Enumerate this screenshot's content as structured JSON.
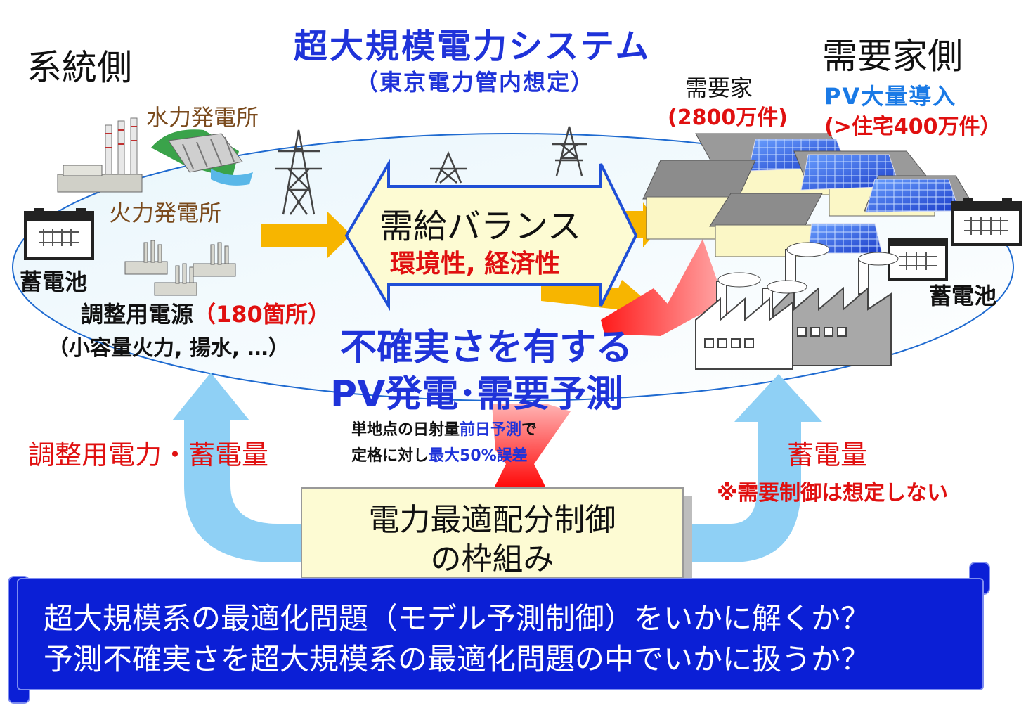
{
  "title": {
    "main": "超大規模電力システム",
    "sub": "（東京電力管内想定）"
  },
  "grid_side": {
    "heading": "系統側",
    "hydro_label": "水力発電所",
    "thermal_label": "火力発電所",
    "battery_label": "蓄電池",
    "regulating_label": "調整用電源",
    "regulating_count": "（180箇所）",
    "regulating_note": "（小容量火力, 揚水, …）",
    "flow_label": "調整用電力・蓄電量"
  },
  "demand_side": {
    "heading": "需要家側",
    "consumer_label": "需要家",
    "consumer_count": "(2800万件)",
    "pv_label": "PV大量導入",
    "pv_count": "(>住宅400万件）",
    "battery_label": "蓄電池",
    "flow_label": "蓄電量",
    "note": "※需要制御は想定しない"
  },
  "balance": {
    "title": "需給バランス",
    "subtitle": "環境性, 経済性"
  },
  "uncertainty": {
    "line1": "不確実さを有する",
    "line2": "PV発電･需要予測",
    "detail1_a": "単地点の日射量",
    "detail1_b": "前日予測",
    "detail1_c": "で",
    "detail2_a": "定格に対し",
    "detail2_b": "最大50%誤差"
  },
  "framework": {
    "line1": "電力最適配分制御",
    "line2": "の枠組み"
  },
  "banner": {
    "line1": "超大規模系の最適化問題（モデル予測制御）をいかに解くか？",
    "line2": "予測不確実さを超大規模系の最適化問題の中でいかに扱うか？"
  },
  "colors": {
    "title_blue": "#1f33d9",
    "red": "#e01010",
    "pv_blue": "#1a7ae6",
    "banner_bg": "#0b1fd6",
    "flow_arrow": "#8fd0f5",
    "balance_box": "#fdfbd3",
    "orange_arrow": "#f7b500"
  }
}
